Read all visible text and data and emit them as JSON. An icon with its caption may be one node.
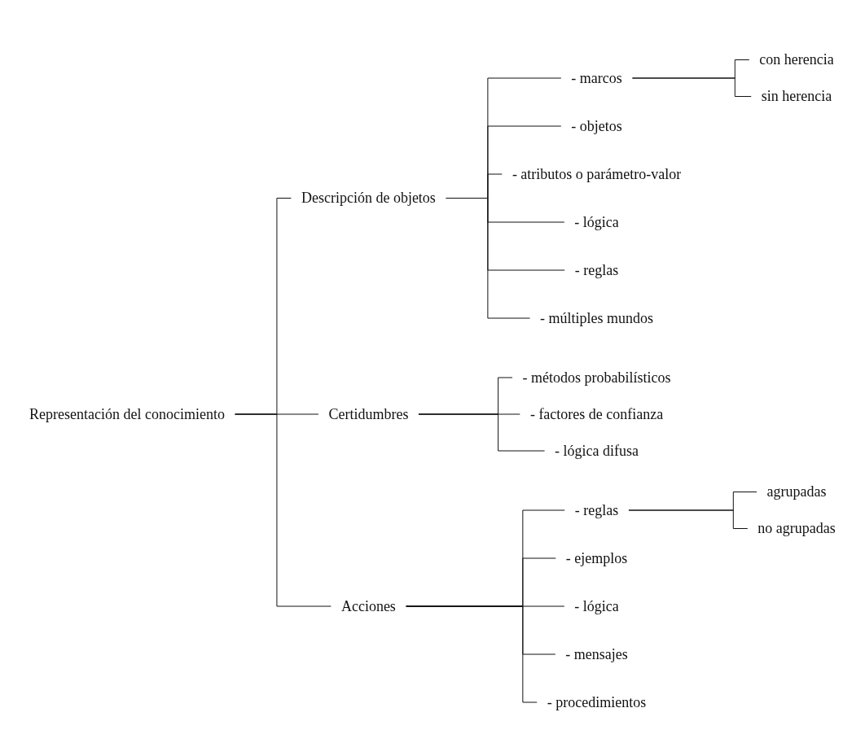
{
  "diagram": {
    "nodes": [
      {
        "text": [
          "Representación del conocimiento"
        ]
      },
      {
        "text": [
          "Descripción de objetos"
        ]
      },
      {
        "text": [
          "- marcos"
        ]
      },
      {
        "text": [
          "con herencia"
        ]
      },
      {
        "text": [
          "sin herencia"
        ]
      },
      {
        "text": [
          "- objetos"
        ]
      },
      {
        "text": [
          "- atributos o parámetro-valor"
        ]
      },
      {
        "text": [
          "- lógica"
        ]
      },
      {
        "text": [
          "- reglas"
        ]
      },
      {
        "text": [
          "- múltiples mundos"
        ]
      },
      {
        "text": [
          "Certidumbres"
        ]
      },
      {
        "text": [
          "- métodos probabilísticos"
        ]
      },
      {
        "text": [
          "- factores de confianza"
        ]
      },
      {
        "text": [
          "- lógica difusa"
        ]
      },
      {
        "text": [
          "Acciones"
        ]
      },
      {
        "text": [
          "- reglas"
        ]
      },
      {
        "text": [
          "agrupadas"
        ]
      },
      {
        "text": [
          "no agrupadas"
        ]
      },
      {
        "text": [
          "- ejemplos"
        ]
      },
      {
        "text": [
          "- lógica"
        ]
      },
      {
        "text": [
          "- mensajes"
        ]
      },
      {
        "text": [
          "- procedimientos"
        ]
      }
    ],
    "edges": [
      {
        "from": 0,
        "to": 1,
        "arrow": "none"
      },
      {
        "from": 0,
        "to": 10,
        "arrow": "none"
      },
      {
        "from": 0,
        "to": 14,
        "arrow": "none"
      },
      {
        "from": 1,
        "to": 2,
        "arrow": "none"
      },
      {
        "from": 2,
        "to": 3,
        "arrow": "none"
      },
      {
        "from": 2,
        "to": 4,
        "arrow": "none"
      },
      {
        "from": 1,
        "to": 5,
        "arrow": "none"
      },
      {
        "from": 1,
        "to": 6,
        "arrow": "none"
      },
      {
        "from": 1,
        "to": 7,
        "arrow": "none"
      },
      {
        "from": 1,
        "to": 8,
        "arrow": "none"
      },
      {
        "from": 1,
        "to": 9,
        "arrow": "none"
      },
      {
        "from": 10,
        "to": 11,
        "arrow": "none"
      },
      {
        "from": 10,
        "to": 12,
        "arrow": "none"
      },
      {
        "from": 10,
        "to": 13,
        "arrow": "none"
      },
      {
        "from": 14,
        "to": 15,
        "arrow": "none"
      },
      {
        "from": 15,
        "to": 16,
        "arrow": "none"
      },
      {
        "from": 15,
        "to": 17,
        "arrow": "none"
      },
      {
        "from": 14,
        "to": 18,
        "arrow": "none"
      },
      {
        "from": 14,
        "to": 19,
        "arrow": "none"
      },
      {
        "from": 14,
        "to": 20,
        "arrow": "none"
      },
      {
        "from": 14,
        "to": 21,
        "arrow": "none"
      }
    ]
  }
}
